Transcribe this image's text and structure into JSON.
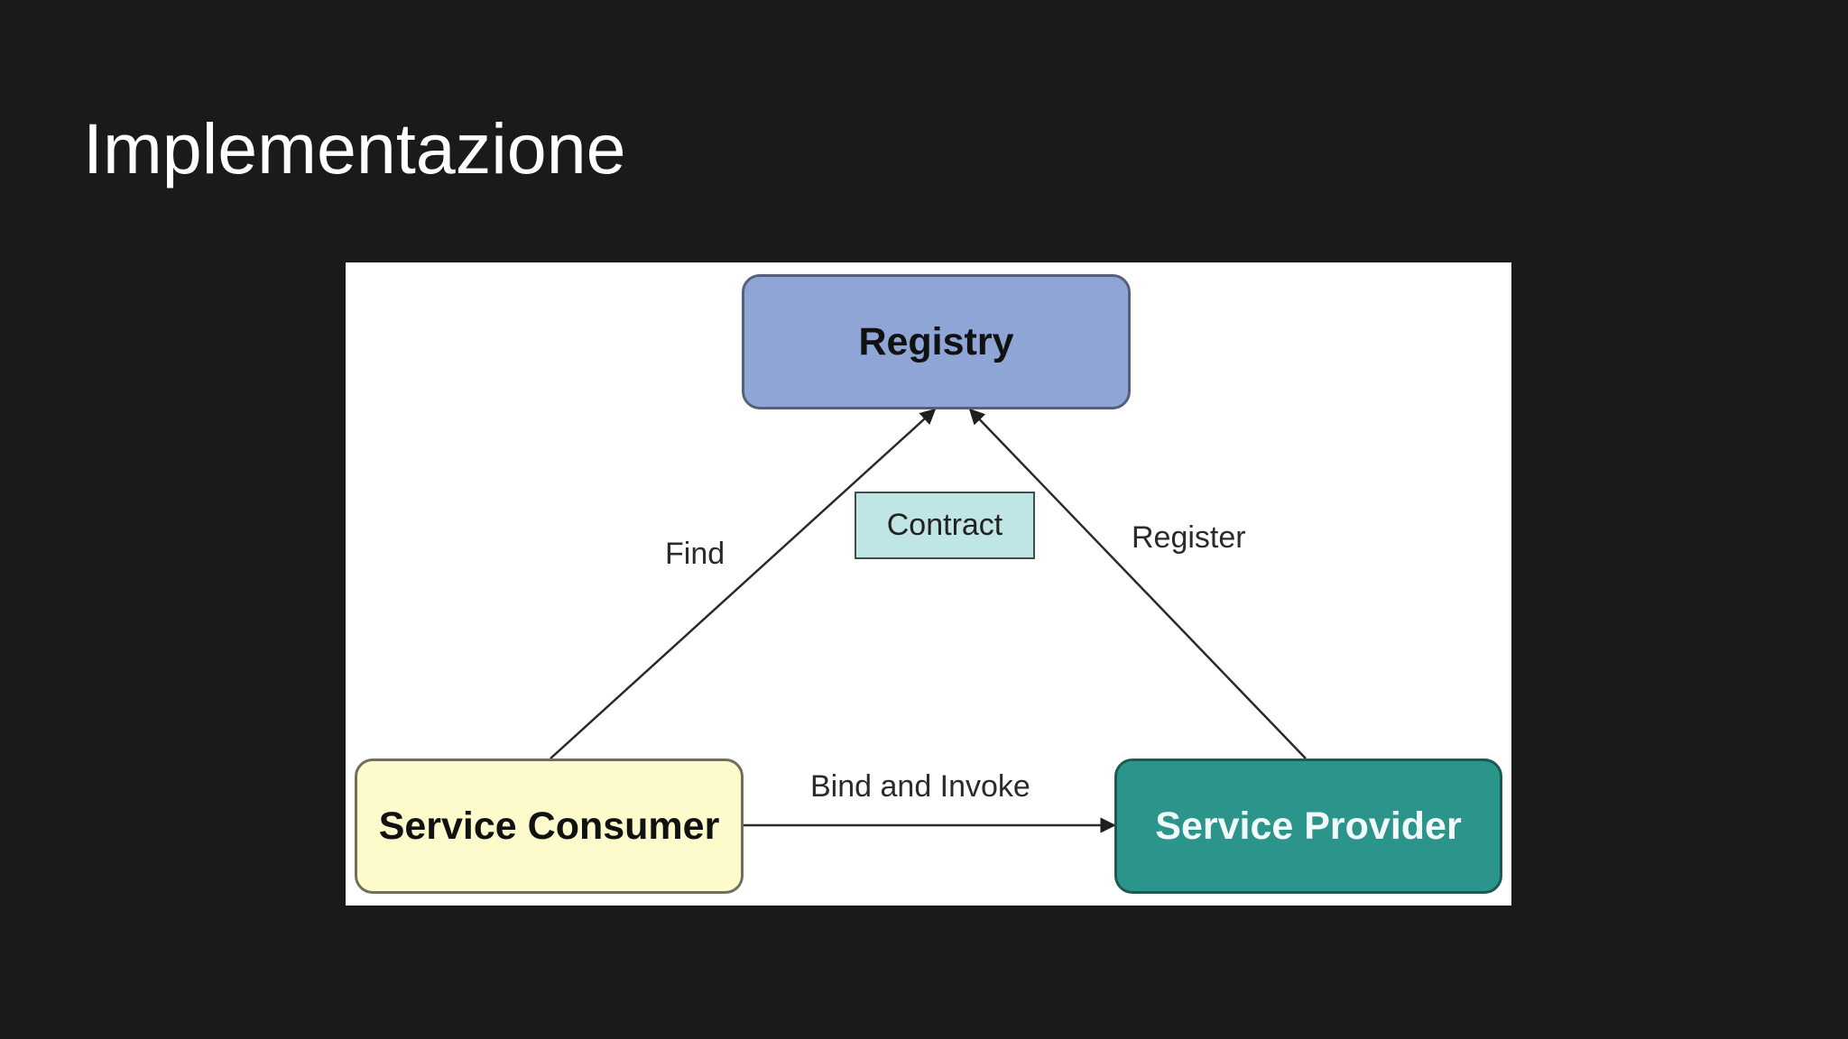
{
  "slide": {
    "title": "Implementazione"
  },
  "diagram": {
    "nodes": {
      "registry": "Registry",
      "contract": "Contract",
      "service_consumer": "Service Consumer",
      "service_provider": "Service Provider"
    },
    "edges": {
      "find": "Find",
      "register": "Register",
      "bind_and_invoke": "Bind and Invoke"
    }
  }
}
